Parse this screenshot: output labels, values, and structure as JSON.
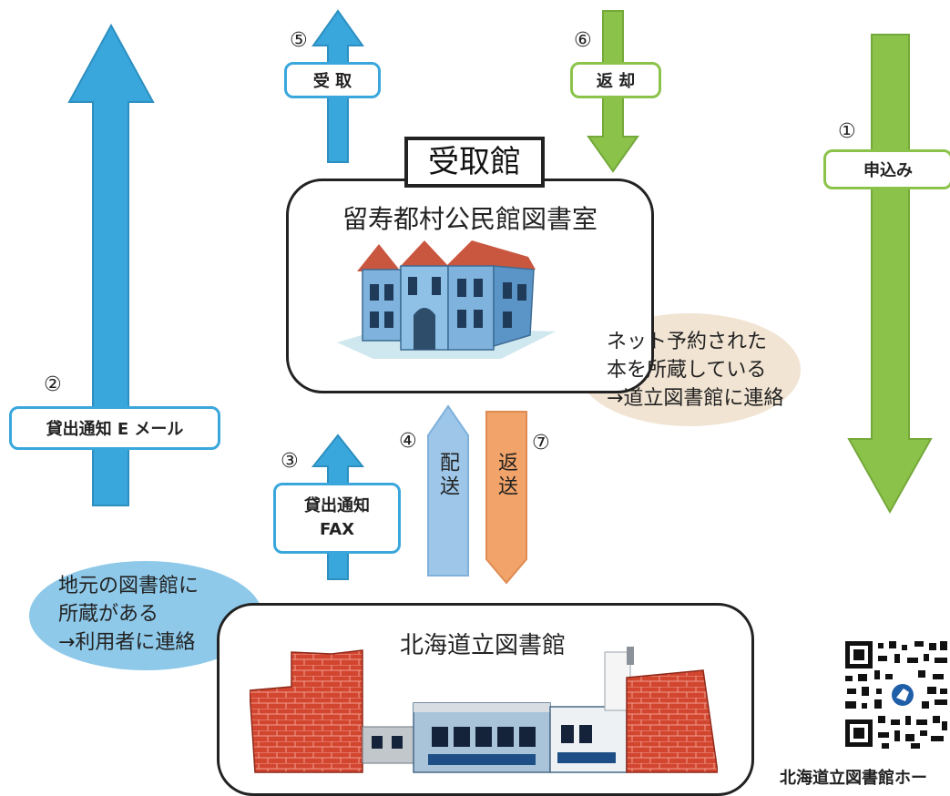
{
  "colors": {
    "blue_arrow": "#3aa7dc",
    "green_arrow": "#8bc34a",
    "haisou_arrow": "#9dc6e8",
    "hensou_arrow": "#f2a36a",
    "bubble_blue": "#8ec9ea",
    "bubble_beige": "#f1e4d3"
  },
  "steps": {
    "s1": {
      "num": "①",
      "label": "申込み"
    },
    "s2": {
      "num": "②",
      "label": "貸出通知 E メール"
    },
    "s3": {
      "num": "③",
      "label_line1": "貸出通知",
      "label_line2": "FAX"
    },
    "s4": {
      "num": "④",
      "label": "配送"
    },
    "s5": {
      "num": "⑤",
      "label": "受 取"
    },
    "s6": {
      "num": "⑥",
      "label": "返 却"
    },
    "s7": {
      "num": "⑦",
      "label": "返送"
    }
  },
  "receiving": {
    "tag": "受取館",
    "name": "留寿都村公民館図書室",
    "bubble": "ネット予約された\n本を所蔵している\n→道立図書館に連絡"
  },
  "main_library": {
    "name": "北海道立図書館",
    "bubble": "地元の図書館に\n所蔵がある\n→利用者に連絡"
  },
  "qr": {
    "caption": "北海道立図書館ホー"
  }
}
